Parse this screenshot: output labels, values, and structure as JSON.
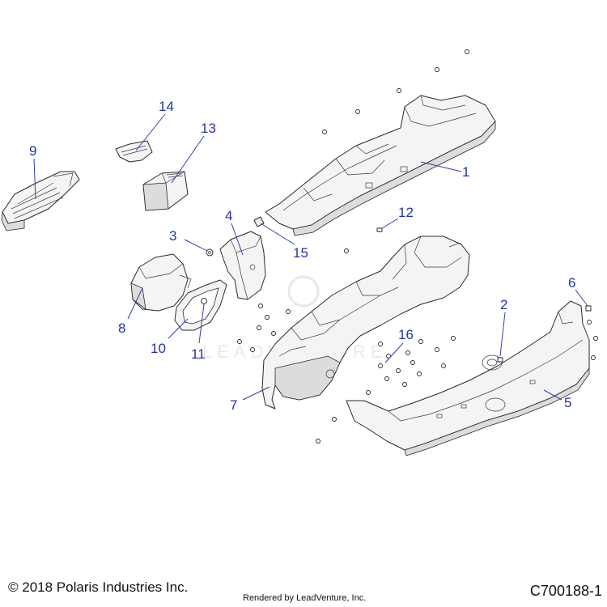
{
  "diagram": {
    "callouts": [
      {
        "id": "1",
        "label": "1"
      },
      {
        "id": "2",
        "label": "2"
      },
      {
        "id": "3",
        "label": "3"
      },
      {
        "id": "4",
        "label": "4"
      },
      {
        "id": "5",
        "label": "5"
      },
      {
        "id": "6",
        "label": "6"
      },
      {
        "id": "7",
        "label": "7"
      },
      {
        "id": "8",
        "label": "8"
      },
      {
        "id": "9",
        "label": "9"
      },
      {
        "id": "10",
        "label": "10"
      },
      {
        "id": "11",
        "label": "11"
      },
      {
        "id": "12",
        "label": "12"
      },
      {
        "id": "13",
        "label": "13"
      },
      {
        "id": "14",
        "label": "14"
      },
      {
        "id": "15",
        "label": "15"
      },
      {
        "id": "16",
        "label": "16"
      }
    ],
    "watermark": "LEADVENTURE"
  },
  "footer": {
    "copyright": "© 2018 Polaris Industries Inc.",
    "rendered_by": "Rendered by LeadVenture, Inc.",
    "drawing_id": "C700188-1"
  }
}
